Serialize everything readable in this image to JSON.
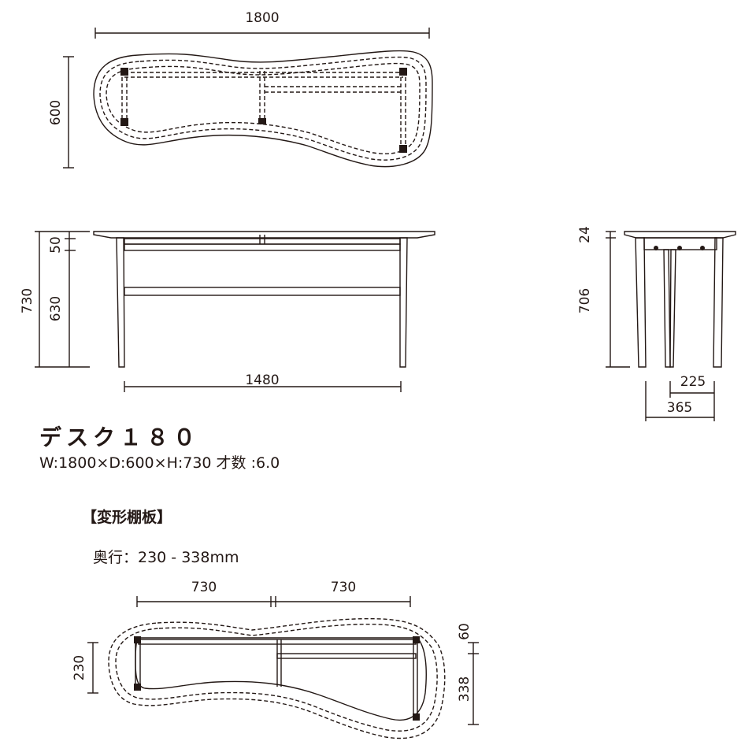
{
  "product": {
    "title": "デスク１８０",
    "spec": "W:1800×D:600×H:730  才数 :6.0"
  },
  "shelf": {
    "title": "【変形棚板】",
    "depth": "奥行：230 - 338mm"
  },
  "dimensions": {
    "top_width": "1800",
    "top_depth": "600",
    "total_height": "730",
    "top_thickness": "50",
    "leg_height": "630",
    "leg_span": "1480",
    "side_top_thickness": "24",
    "side_leg_height": "706",
    "side_inner": "225",
    "side_outer": "365",
    "shelf_left_width": "730",
    "shelf_right_width": "730",
    "shelf_min_depth": "230",
    "shelf_offset": "60",
    "shelf_max_depth": "338"
  }
}
